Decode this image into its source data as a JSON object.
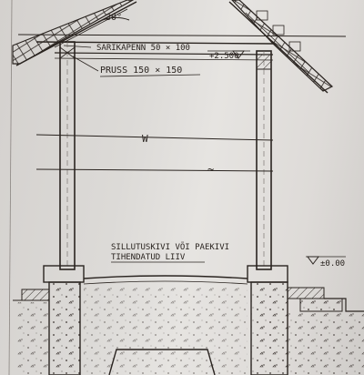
{
  "drawing": {
    "roof_angle": "30°",
    "rafter_label": "SARIKAPENN 50 × 100",
    "elevation_top": "+2.500",
    "post_label": "PRUSS 150 × 150",
    "paving_label_line1": "SILLUTUSKIVI VÕI PAEKIVI",
    "paving_label_line2": "TIHENDATUD LIIV",
    "elevation_ground": "±0.00",
    "break_mark_1": "W",
    "break_mark_2": "~"
  },
  "colors": {
    "paper": "#dcdad7",
    "ink": "#2a2420",
    "pencil": "#6b6460"
  }
}
